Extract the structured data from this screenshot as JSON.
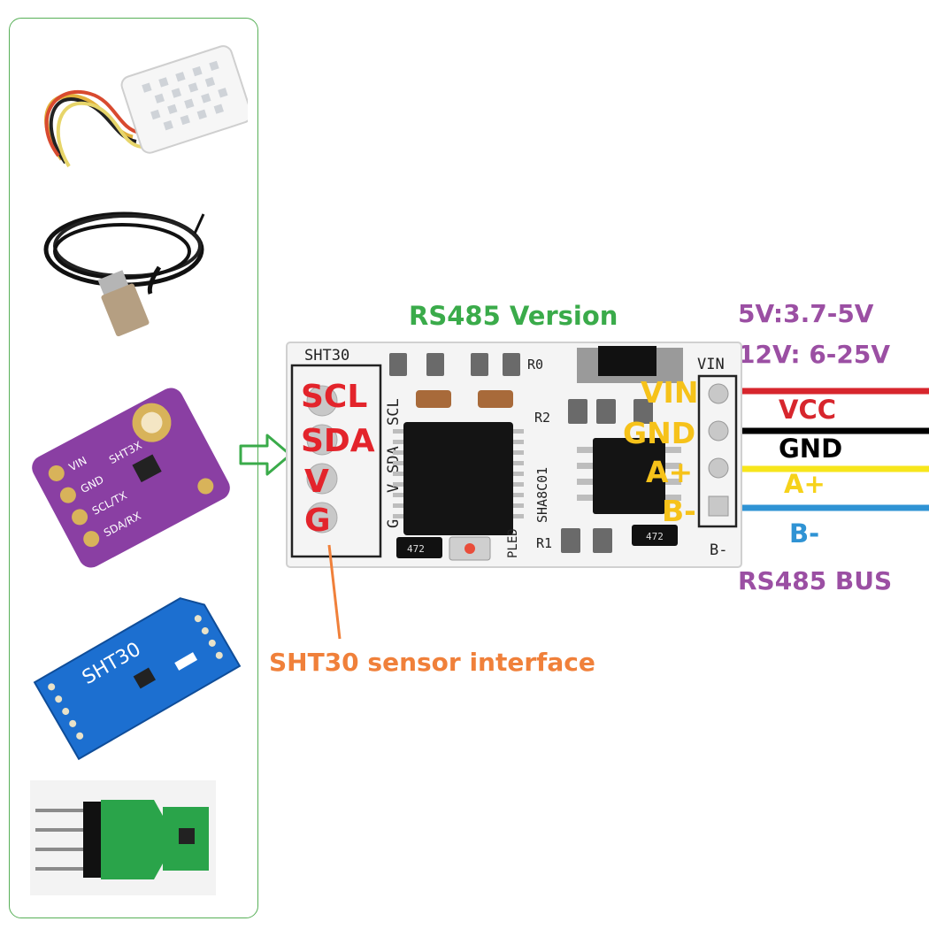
{
  "title": "RS485 Version",
  "power": {
    "line1": "5V:3.7-5V",
    "line2": "12V: 6-25V"
  },
  "bus_label": "RS485 BUS",
  "interface_label": "SHT30 sensor interface",
  "sensor_pins": [
    "SCL",
    "SDA",
    "V",
    "G"
  ],
  "output_pins": [
    "VIN",
    "GND",
    "A+",
    "B-"
  ],
  "wires": [
    {
      "label": "VCC",
      "color": "#d7262d",
      "text_color": "#d7262d"
    },
    {
      "label": "GND",
      "color": "#000000",
      "text_color": "#000000"
    },
    {
      "label": "A+",
      "color": "#f7e61c",
      "text_color": "#f6d21a"
    },
    {
      "label": "B-",
      "color": "#2f93d4",
      "text_color": "#2f93d4"
    }
  ],
  "board_silk": {
    "header": "SHT30",
    "pins": [
      "SCL",
      "SDA",
      "V",
      "G"
    ],
    "vin": "VIN",
    "bminus": "B-",
    "r0": "R0",
    "r1": "R1",
    "r2": "R2",
    "model": "SHA8C01",
    "pled": "PLED",
    "res_code": "472"
  },
  "sensor_module_silk": {
    "purple": [
      "VIN",
      "SHT3X",
      "GND",
      "SCL/TX",
      "SDA/RX"
    ],
    "blue": "SHT30"
  },
  "colors": {
    "panel_border": "#58b058",
    "arrow": "#3aab4a",
    "pcb": "#f4f4f4"
  }
}
